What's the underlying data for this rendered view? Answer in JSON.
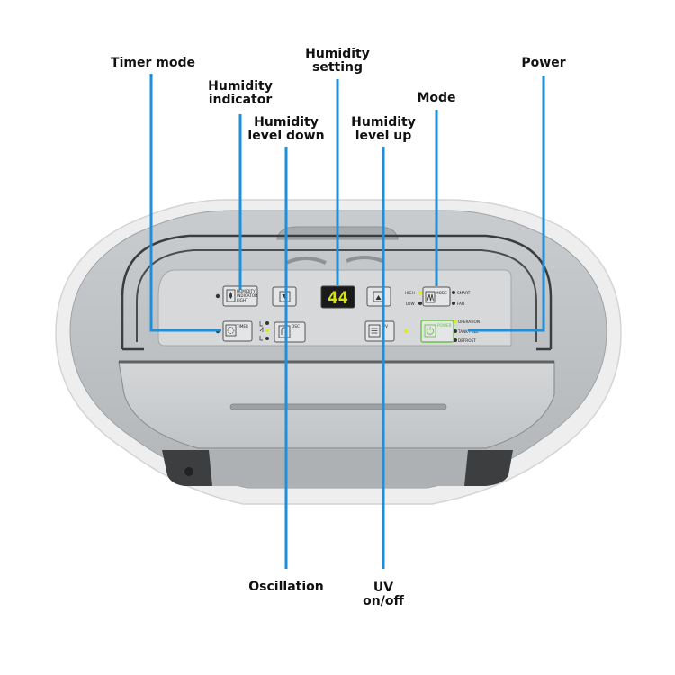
{
  "callouts": {
    "timer_mode": "Timer mode",
    "humidity_indicator": [
      "Humidity",
      "indicator"
    ],
    "humidity_setting": [
      "Humidity",
      "setting"
    ],
    "humidity_level_down": [
      "Humidity",
      "level down"
    ],
    "humidity_level_up": [
      "Humidity",
      "level up"
    ],
    "mode": "Mode",
    "power": "Power",
    "oscillation": "Oscillation",
    "uv": [
      "UV",
      "on/off"
    ]
  },
  "panel": {
    "display_value": "44",
    "humidity_indicator_btn": [
      "HUMIDITY",
      "INDICATOR",
      "LIGHT"
    ],
    "timer_btn": "TIMER",
    "osc_btn": "OSC",
    "uv_btn": "UV",
    "mode_btn": "MODE",
    "power_btn": "POWER",
    "high_label": "HIGH",
    "low_label": "LOW",
    "smart_label": "SMART",
    "fan_label": "FAN",
    "operation_label": "OPERATION",
    "tank_full_label": "TANK FULL",
    "defrost_label": "DEFROST"
  },
  "colors": {
    "callout_line": "#1e8fd8",
    "display_digits": "#d8e01a",
    "led_on": "#e3e81c",
    "power_green": "#6cc04a"
  },
  "icons": {
    "down": "down-arrow-icon",
    "up": "up-arrow-icon",
    "timer": "timer-icon",
    "osc": "oscillation-icon",
    "uv": "uv-icon",
    "mode": "mode-icon",
    "power": "power-icon",
    "humidity": "droplet-icon"
  }
}
